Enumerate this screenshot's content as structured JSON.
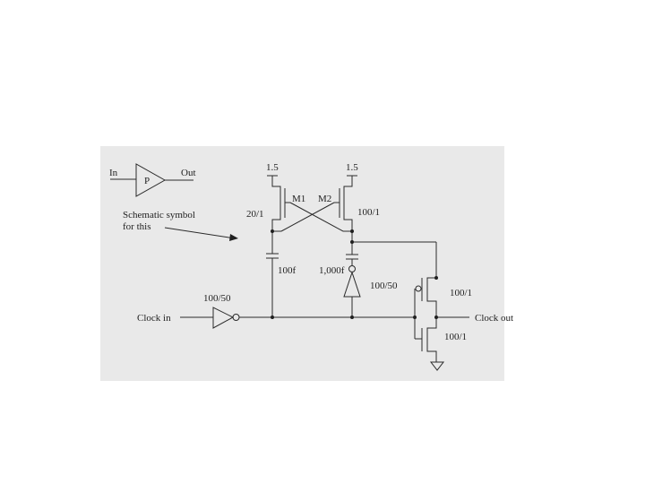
{
  "symbol": {
    "in_label": "In",
    "out_label": "Out",
    "gate_label": "P",
    "caption_line1": "Schematic symbol",
    "caption_line2": "for this"
  },
  "supplies": {
    "left": "1.5",
    "right": "1.5"
  },
  "transistors": {
    "m1_label": "M1",
    "m2_label": "M2",
    "m1_size": "20/1",
    "m2_size": "100/1",
    "output_pmos_size": "100/1",
    "output_nmos_size": "100/1"
  },
  "capacitors": {
    "left": "100f",
    "right": "1,000f"
  },
  "inverters": {
    "input_size": "100/50",
    "feedback_size": "100/50"
  },
  "ports": {
    "clock_in": "Clock in",
    "clock_out": "Clock out"
  }
}
